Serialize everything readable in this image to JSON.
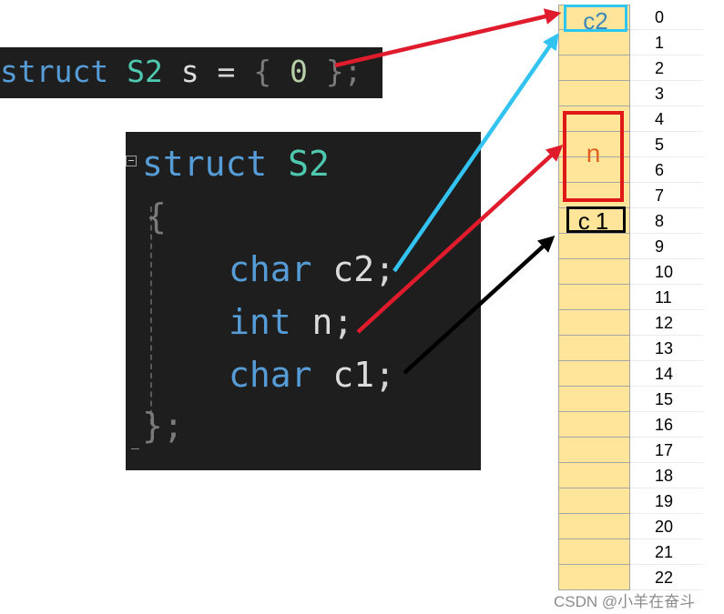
{
  "top_code": {
    "kw_struct": "struct",
    "type_name": "S2",
    "var_name": "s",
    "equals": "=",
    "open_brace": "{",
    "zero": "0",
    "close_semi": "};"
  },
  "struct_code": {
    "kw_struct": "struct",
    "type_name": "S2",
    "open_brace": "{",
    "fields": [
      {
        "type": "char",
        "name": "c2",
        "semi": ";"
      },
      {
        "type": "int",
        "name": "n",
        "semi": ";"
      },
      {
        "type": "char",
        "name": "c1",
        "semi": ";"
      }
    ],
    "close_brace": "};"
  },
  "memory": {
    "offsets": [
      "0",
      "1",
      "2",
      "3",
      "4",
      "5",
      "6",
      "7",
      "8",
      "9",
      "10",
      "11",
      "12",
      "13",
      "14",
      "15",
      "16",
      "17",
      "18",
      "19",
      "20",
      "21",
      "22"
    ],
    "labels": {
      "c2": "c2",
      "n": "n",
      "c1": "c1"
    }
  },
  "colors": {
    "cell_fill": "#ffe59a",
    "arrow_red": "#e01b2c",
    "arrow_cyan": "#33c3f0",
    "arrow_black": "#000000"
  },
  "watermark": "CSDN @小羊在奋斗"
}
